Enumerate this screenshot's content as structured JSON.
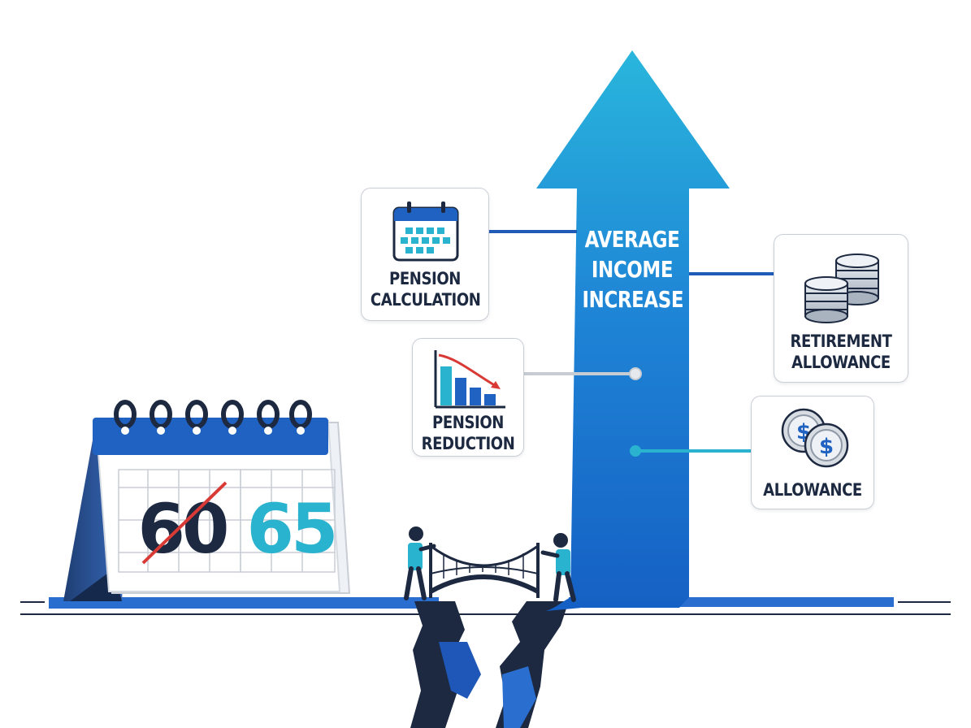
{
  "arrow": {
    "line1": "AVERAGE",
    "line2": "INCOME",
    "line3": "INCREASE"
  },
  "cards": {
    "pension_calculation": {
      "line1": "PENSION",
      "line2": "CALCULATION",
      "icon": "calendar-grid-icon"
    },
    "pension_reduction": {
      "line1": "PENSION",
      "line2": "REDUCTION",
      "icon": "declining-bar-chart-icon"
    },
    "retirement_allowance": {
      "line1": "RETIREMENT",
      "line2": "ALLOWANCE",
      "icon": "coin-stacks-icon"
    },
    "allowance": {
      "line1": "ALLOWANCE",
      "icon": "dollar-coins-icon"
    }
  },
  "calendar": {
    "old_age": "60",
    "new_age": "65",
    "icon": "desk-calendar-icon"
  },
  "colors": {
    "navy": "#1c2940",
    "arrow_top": "#29b6dc",
    "arrow_bottom": "#1560c4",
    "teal": "#2ab3cf",
    "cross_out": "#d93a35"
  }
}
